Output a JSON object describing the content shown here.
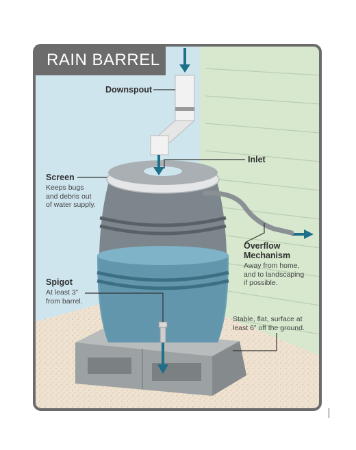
{
  "title": "RAIN BARREL",
  "labels": {
    "downspout": "Downspout",
    "inlet": "Inlet",
    "screen": "Screen",
    "screen_desc": [
      "Keeps bugs",
      "and debris out",
      "of water supply."
    ],
    "overflow": [
      "Overflow",
      "Mechanism"
    ],
    "overflow_desc": [
      "Away from home,",
      "and to landscaping",
      "if possible."
    ],
    "spigot": "Spigot",
    "spigot_desc": [
      "At least 3”",
      "from barrel."
    ],
    "stand_desc": [
      "Stable, flat, surface at",
      "least 6” off the ground."
    ]
  },
  "colors": {
    "frame": "#6b6b6b",
    "sky": "#cfe5ee",
    "siding": "#d7e8cf",
    "gravel": "#efe2d0",
    "barrel": "#7d868c",
    "water": "#5f98b0",
    "arrow": "#1d6f8a"
  }
}
